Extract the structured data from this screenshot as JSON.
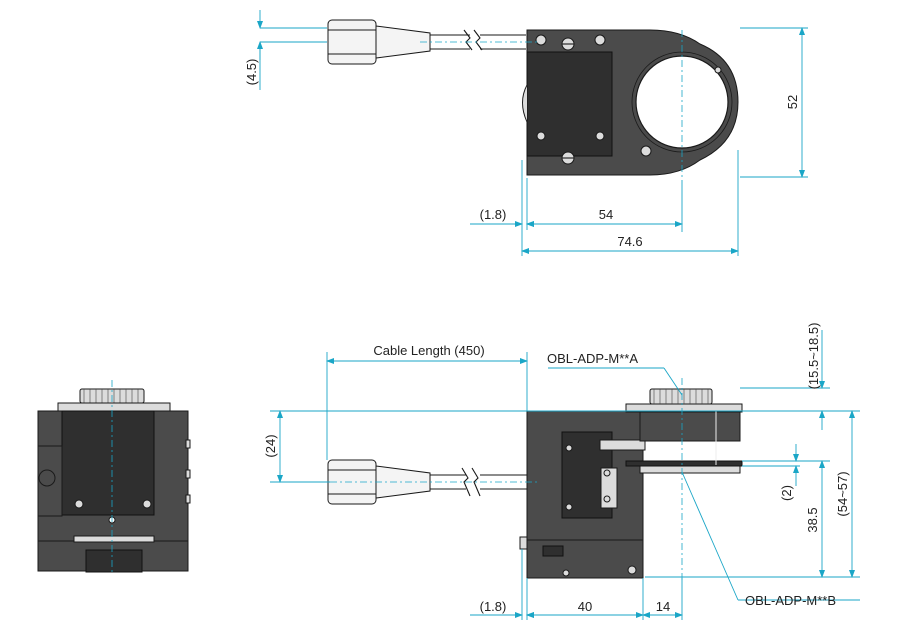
{
  "dimensions": {
    "offset_4_5": "(4.5)",
    "height_52": "52",
    "offset_1_8_top": "(1.8)",
    "width_54": "54",
    "width_74_6": "74.6",
    "cable_length": "Cable Length (450)",
    "height_24": "(24)",
    "range_15_5_18_5": "(15.5~18.5)",
    "gap_2": "(2)",
    "height_38_5": "38.5",
    "range_54_57": "(54~57)",
    "offset_1_8_bottom": "(1.8)",
    "width_40": "40",
    "width_14": "14"
  },
  "labels": {
    "part_a": "OBL-ADP-M**A",
    "part_b": "OBL-ADP-M**B"
  },
  "colors": {
    "dimension_line": "#1aa6c7",
    "body_dark": "#4b4b4b",
    "outline": "#1a1a1a"
  }
}
